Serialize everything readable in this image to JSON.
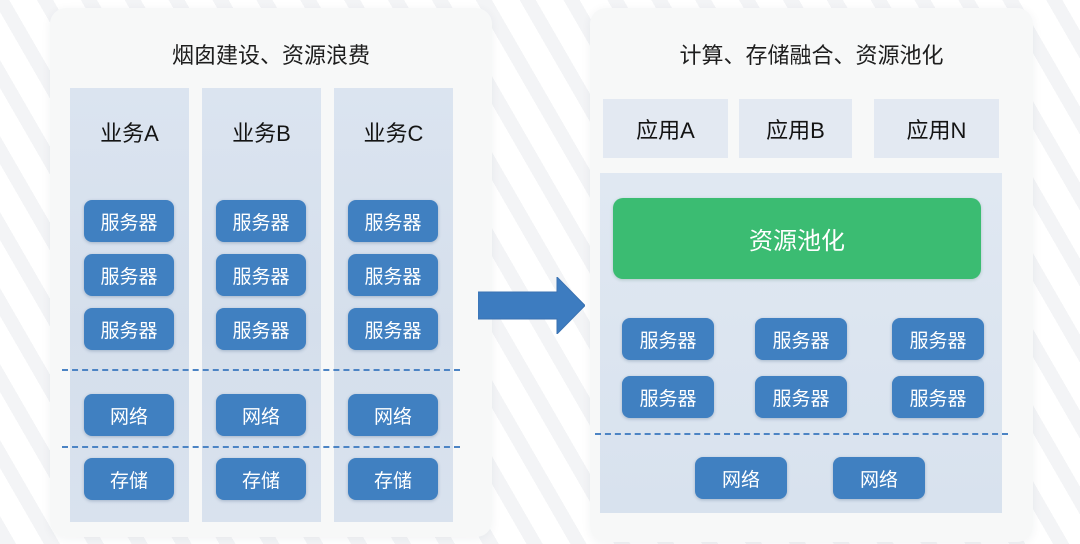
{
  "left_panel": {
    "title": "烟囱建设、资源浪费",
    "columns": [
      {
        "header": "业务A",
        "boxes": [
          "服务器",
          "服务器",
          "服务器",
          "网络",
          "存储"
        ]
      },
      {
        "header": "业务B",
        "boxes": [
          "服务器",
          "服务器",
          "服务器",
          "网络",
          "存储"
        ]
      },
      {
        "header": "业务C",
        "boxes": [
          "服务器",
          "服务器",
          "服务器",
          "网络",
          "存储"
        ]
      }
    ]
  },
  "arrow": {
    "direction": "right"
  },
  "right_panel": {
    "title": "计算、存储融合、资源池化",
    "apps": [
      "应用A",
      "应用B",
      "应用N"
    ],
    "pool_label": "资源池化",
    "server_rows": [
      [
        "服务器",
        "服务器",
        "服务器"
      ],
      [
        "服务器",
        "服务器",
        "服务器"
      ]
    ],
    "networks": [
      "网络",
      "网络"
    ]
  },
  "colors": {
    "box_blue": "#4080c1",
    "pool_green": "#3bbc72",
    "dashed_line": "#4c84c4",
    "silo_bg": "#d8e2ee",
    "app_box_bg": "#e3e9f2",
    "card_bg": "#f7f7f8",
    "arrow_blue": "#3d7cc0"
  }
}
